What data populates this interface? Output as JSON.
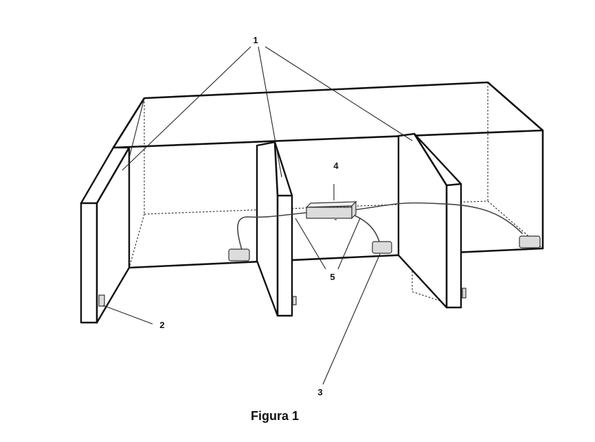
{
  "figure": {
    "caption": "Figura 1",
    "labels": {
      "furniture": "1",
      "sensor": "2",
      "light": "3",
      "controller": "4",
      "wires": "5"
    }
  }
}
